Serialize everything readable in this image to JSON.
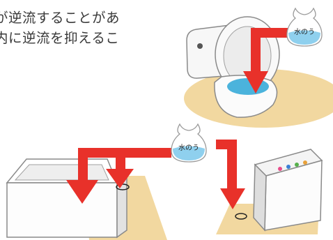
{
  "text_lines": [
    "が逆流することがあ",
    "内に逆流を抑えるこ"
  ],
  "labels": {
    "bag_top": "水のう",
    "bag_middle": "水のう"
  },
  "colors": {
    "arrow": "#e8312a",
    "floor": "#f2d8a0",
    "bag_water": "#8fd0ee",
    "text": "#3a3a3a"
  }
}
